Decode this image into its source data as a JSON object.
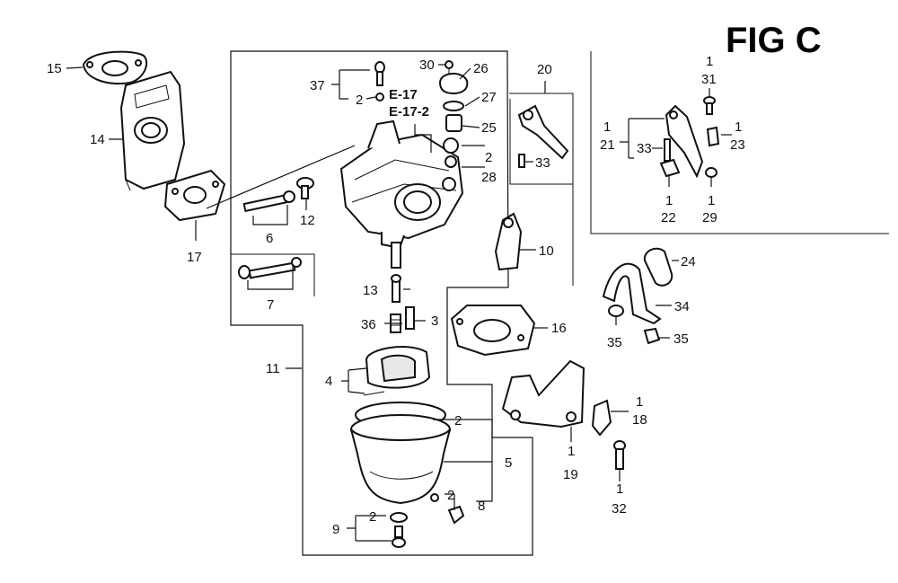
{
  "figure": {
    "title": "FIG C"
  },
  "references": [
    "E-17",
    "E-17-2"
  ],
  "callouts": {
    "c1a": "1",
    "c1b": "1",
    "c1c": "1",
    "c1d": "1",
    "c1e": "1",
    "c1f": "1",
    "c1g": "1",
    "c1h": "1",
    "c2a": "2",
    "c2b": "2",
    "c2c": "2",
    "c2d": "2",
    "c2e": "2",
    "c3": "3",
    "c4": "4",
    "c5": "5",
    "c6": "6",
    "c7": "7",
    "c8": "8",
    "c9": "9",
    "c10": "10",
    "c11": "11",
    "c12": "12",
    "c13": "13",
    "c14": "14",
    "c15": "15",
    "c16": "16",
    "c17": "17",
    "c18": "18",
    "c19": "19",
    "c20": "20",
    "c21": "21",
    "c22": "22",
    "c23": "23",
    "c24": "24",
    "c25": "25",
    "c26": "26",
    "c27": "27",
    "c28": "28",
    "c29": "29",
    "c30": "30",
    "c31": "31",
    "c32": "32",
    "c33a": "33",
    "c33b": "33",
    "c34": "34",
    "c35a": "35",
    "c35b": "35",
    "c36": "36",
    "c37": "37"
  }
}
